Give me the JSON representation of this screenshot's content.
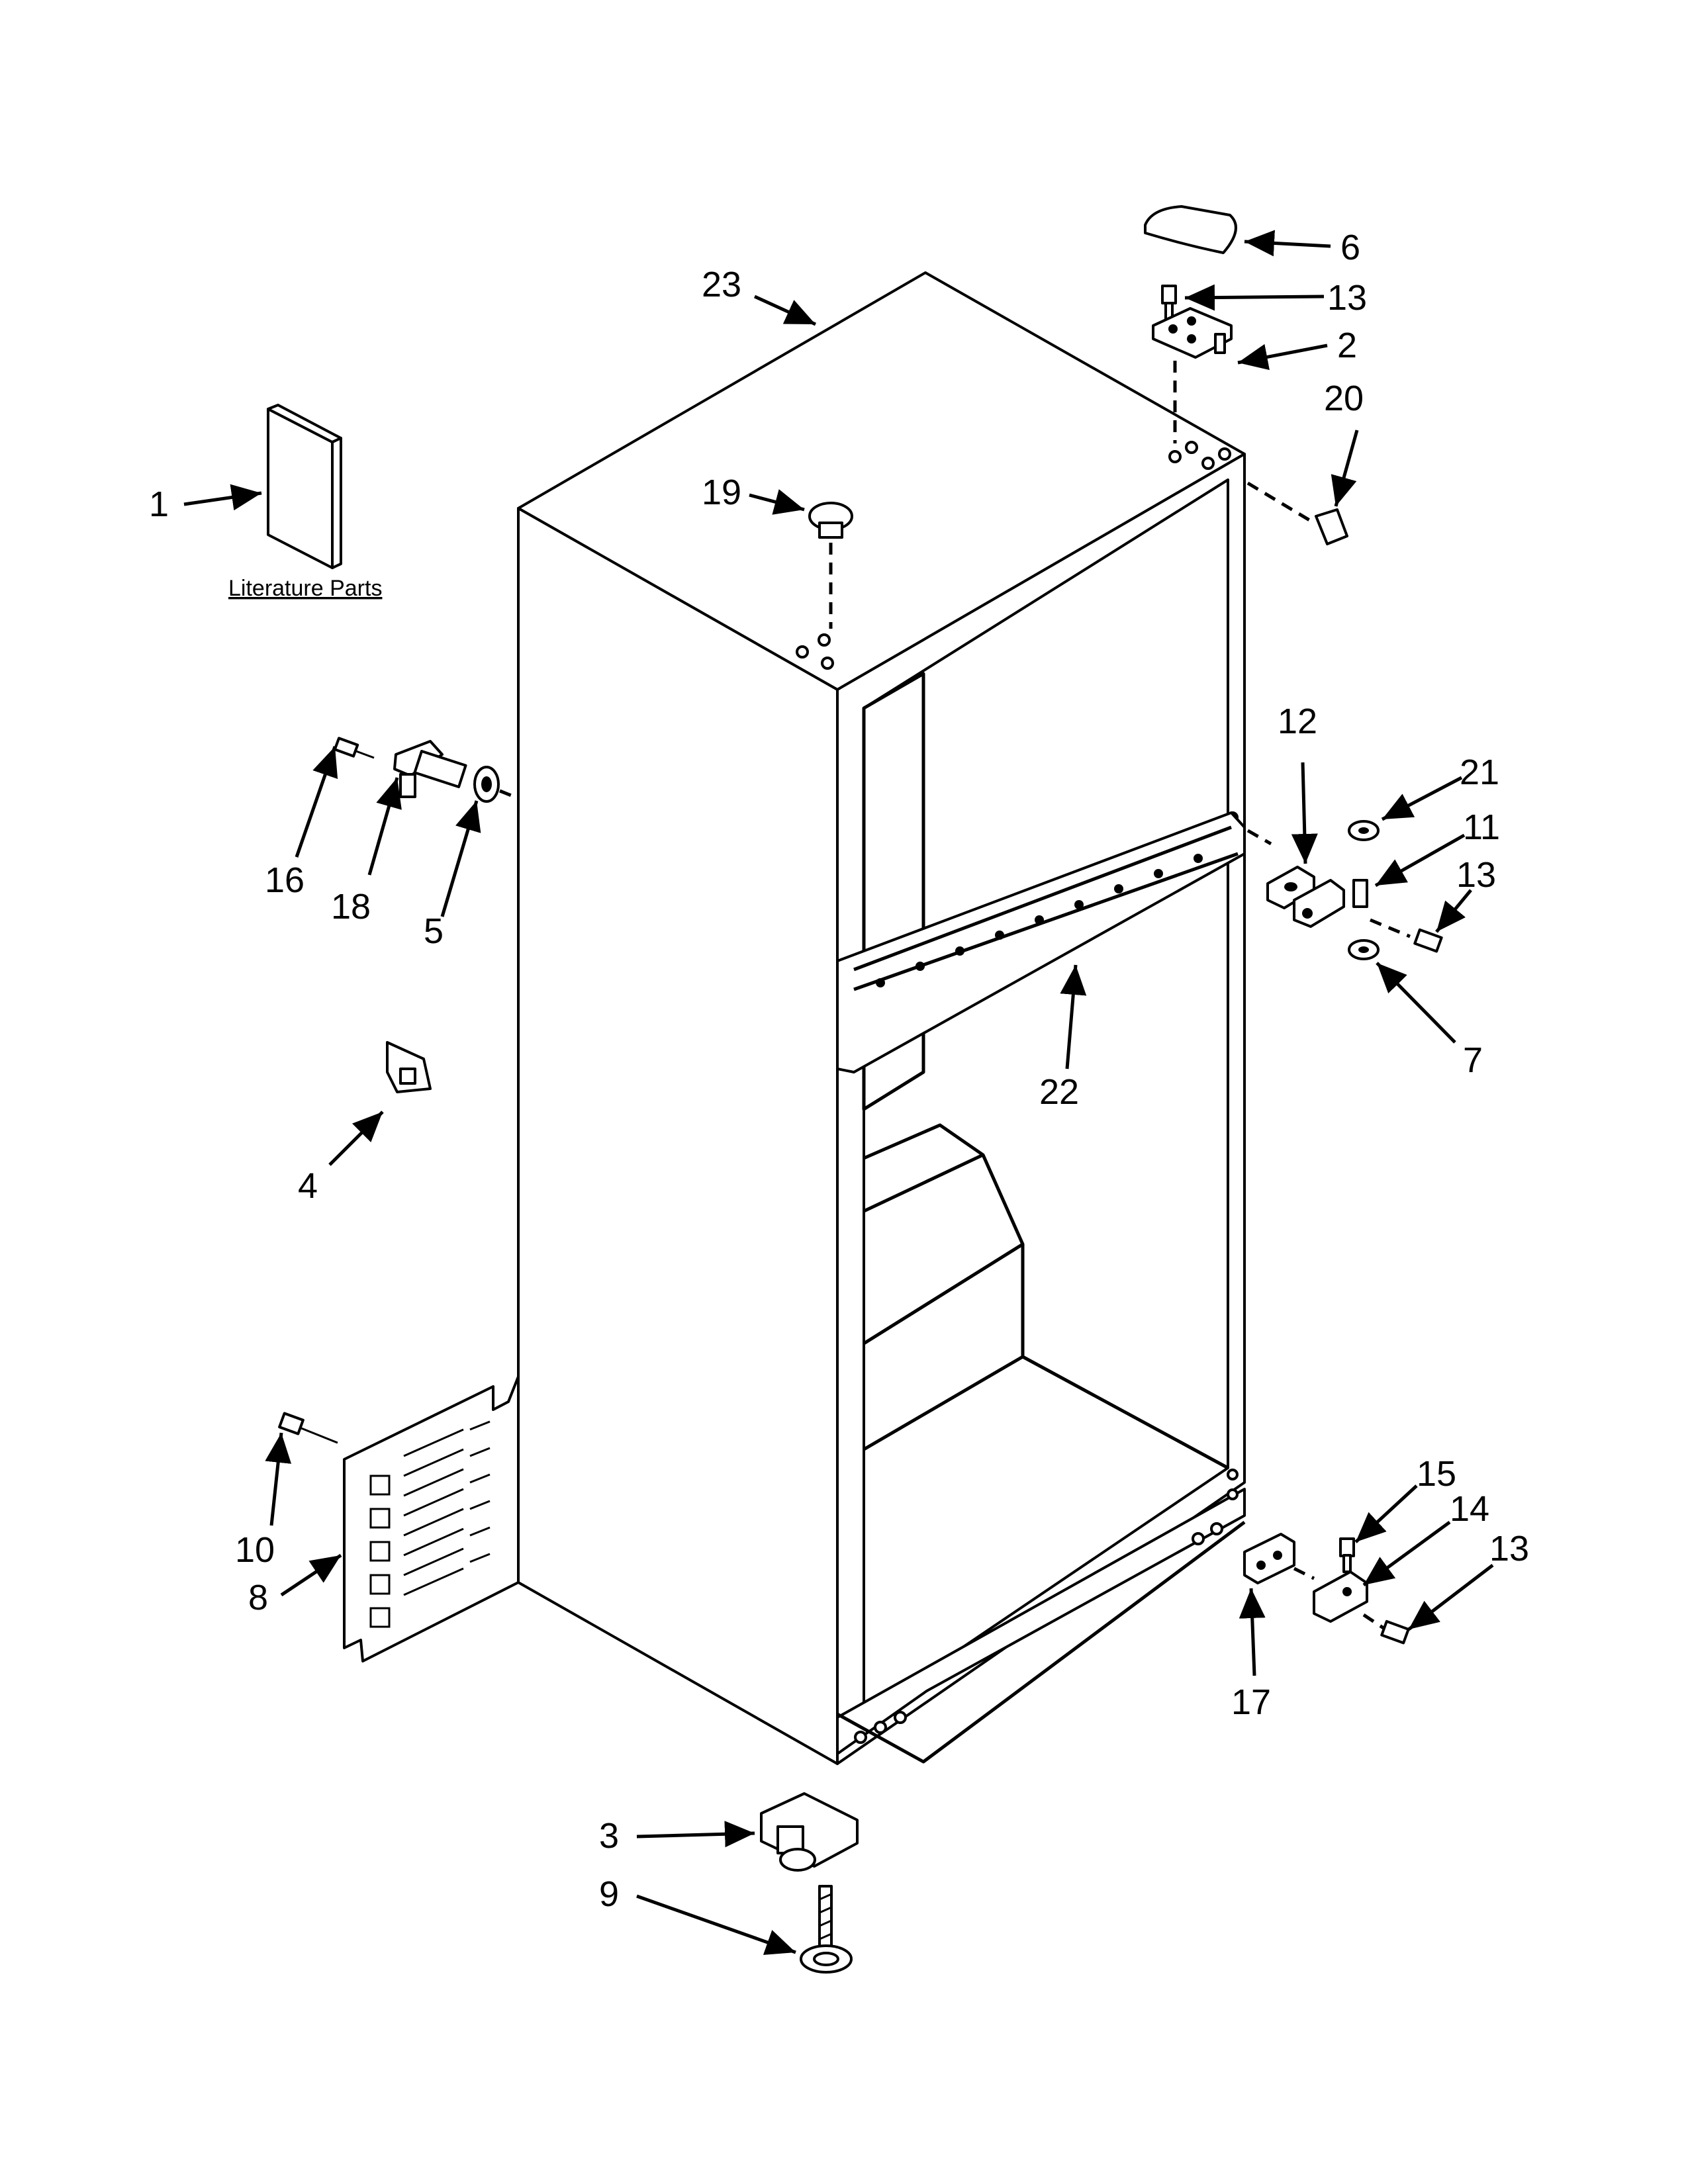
{
  "diagram": {
    "literature_caption": "Literature Parts",
    "callouts": [
      {
        "id": "c1",
        "text": "1"
      },
      {
        "id": "c2",
        "text": "2"
      },
      {
        "id": "c3",
        "text": "3"
      },
      {
        "id": "c4",
        "text": "4"
      },
      {
        "id": "c5",
        "text": "5"
      },
      {
        "id": "c6",
        "text": "6"
      },
      {
        "id": "c7",
        "text": "7"
      },
      {
        "id": "c8",
        "text": "8"
      },
      {
        "id": "c9",
        "text": "9"
      },
      {
        "id": "c10",
        "text": "10"
      },
      {
        "id": "c11",
        "text": "11"
      },
      {
        "id": "c12",
        "text": "12"
      },
      {
        "id": "c13a",
        "text": "13"
      },
      {
        "id": "c13b",
        "text": "13"
      },
      {
        "id": "c13c",
        "text": "13"
      },
      {
        "id": "c14",
        "text": "14"
      },
      {
        "id": "c15",
        "text": "15"
      },
      {
        "id": "c16",
        "text": "16"
      },
      {
        "id": "c17",
        "text": "17"
      },
      {
        "id": "c18",
        "text": "18"
      },
      {
        "id": "c19",
        "text": "19"
      },
      {
        "id": "c20",
        "text": "20"
      },
      {
        "id": "c21",
        "text": "21"
      },
      {
        "id": "c22",
        "text": "22"
      },
      {
        "id": "c23",
        "text": "23"
      }
    ]
  }
}
